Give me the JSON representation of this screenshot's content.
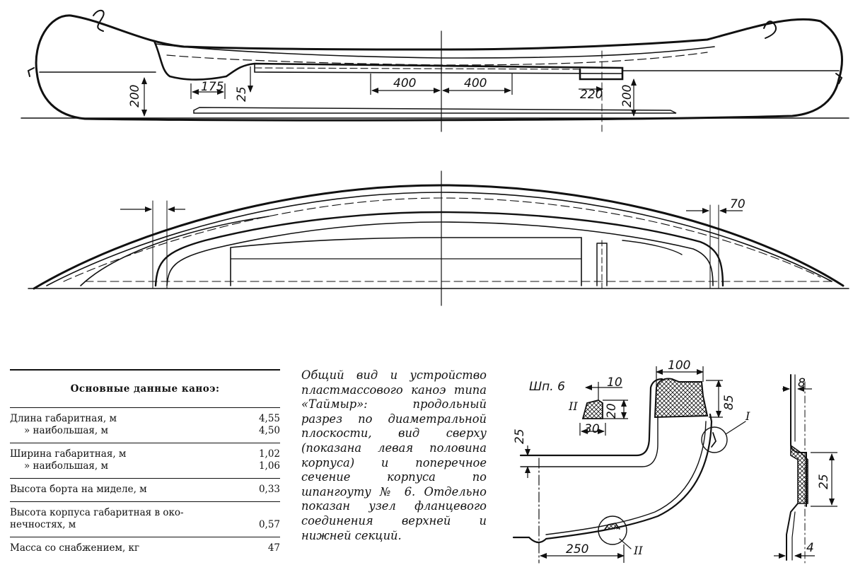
{
  "side_view": {
    "dims": {
      "d400_left": "400",
      "d400_right": "400",
      "d200_left": "200",
      "d175": "175",
      "d25": "25",
      "d220": "220",
      "d200_right": "200"
    }
  },
  "top_view": {
    "dims": {
      "d70": "70"
    }
  },
  "section": {
    "frame_label": "Шп. 6",
    "dims": {
      "d100": "100",
      "d85": "85",
      "d25": "25",
      "d250": "250",
      "d10": "10",
      "d20": "20",
      "d30": "30"
    },
    "callout_I": "I",
    "callout_II": "II",
    "inset_II": "II"
  },
  "flange_detail": {
    "dims": {
      "d8": "8",
      "d25": "25",
      "d4": "4"
    }
  },
  "specs_table": {
    "title": "Основные данные каноэ:",
    "groups": [
      {
        "rows": [
          {
            "label": "Длина габаритная, м",
            "value": "4,55",
            "sub": false
          },
          {
            "label": "»        наибольшая, м",
            "value": "4,50",
            "sub": true
          }
        ]
      },
      {
        "rows": [
          {
            "label": "Ширина габаритная, м",
            "value": "1,02",
            "sub": false
          },
          {
            "label": "»        наибольшая, м",
            "value": "1,06",
            "sub": true
          }
        ]
      },
      {
        "rows": [
          {
            "label": "Высота борта на миделе, м",
            "value": "0,33",
            "sub": false
          }
        ]
      },
      {
        "rows": [
          {
            "label": "Высота корпуса габаритная в око-",
            "value": "",
            "sub": false
          },
          {
            "label": "нечностях, м",
            "value": "0,57",
            "sub": false
          }
        ]
      },
      {
        "rows": [
          {
            "label": "Масса со снабжением, кг",
            "value": "47",
            "sub": false
          }
        ]
      }
    ]
  },
  "caption": "Общий вид и устройство пластмассового каноэ типа «Таймыр»: продольный разрез по диаметральной плоскости, вид сверху (показана левая половина корпуса) и поперечное сечение корпуса по шпангоуту № 6. Отдельно показан узел фланцевого соединения верхней и нижней секций."
}
